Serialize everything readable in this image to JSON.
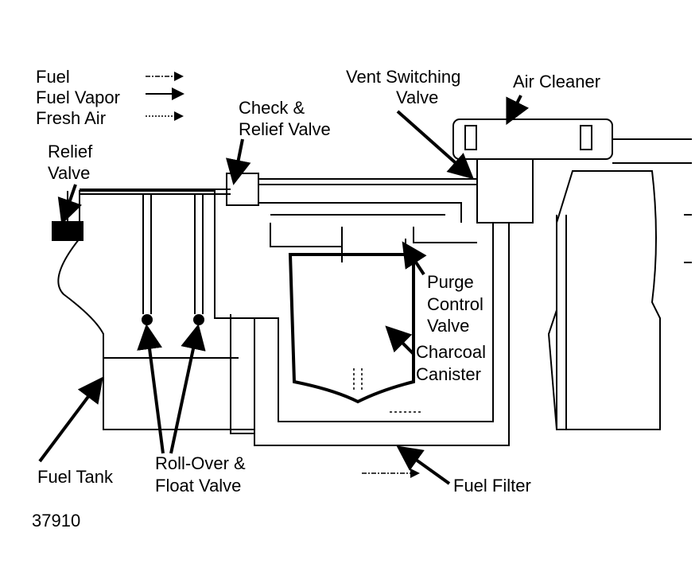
{
  "legend": {
    "fuel": "Fuel",
    "fuel_vapor": "Fuel Vapor",
    "fresh_air": "Fresh Air"
  },
  "labels": {
    "relief_valve": [
      "Relief",
      "Valve"
    ],
    "check_relief_valve": [
      "Check &",
      "Relief Valve"
    ],
    "vent_switching_valve": [
      "Vent Switching",
      "Valve"
    ],
    "air_cleaner": "Air Cleaner",
    "purge_control_valve": [
      "Purge",
      "Control",
      "Valve"
    ],
    "charcoal_canister": [
      "Charcoal",
      "Canister"
    ],
    "fuel_tank": "Fuel Tank",
    "roll_over_float_valve": [
      "Roll-Over &",
      "Float Valve"
    ],
    "fuel_filter": "Fuel Filter"
  },
  "figure_number": "37910"
}
